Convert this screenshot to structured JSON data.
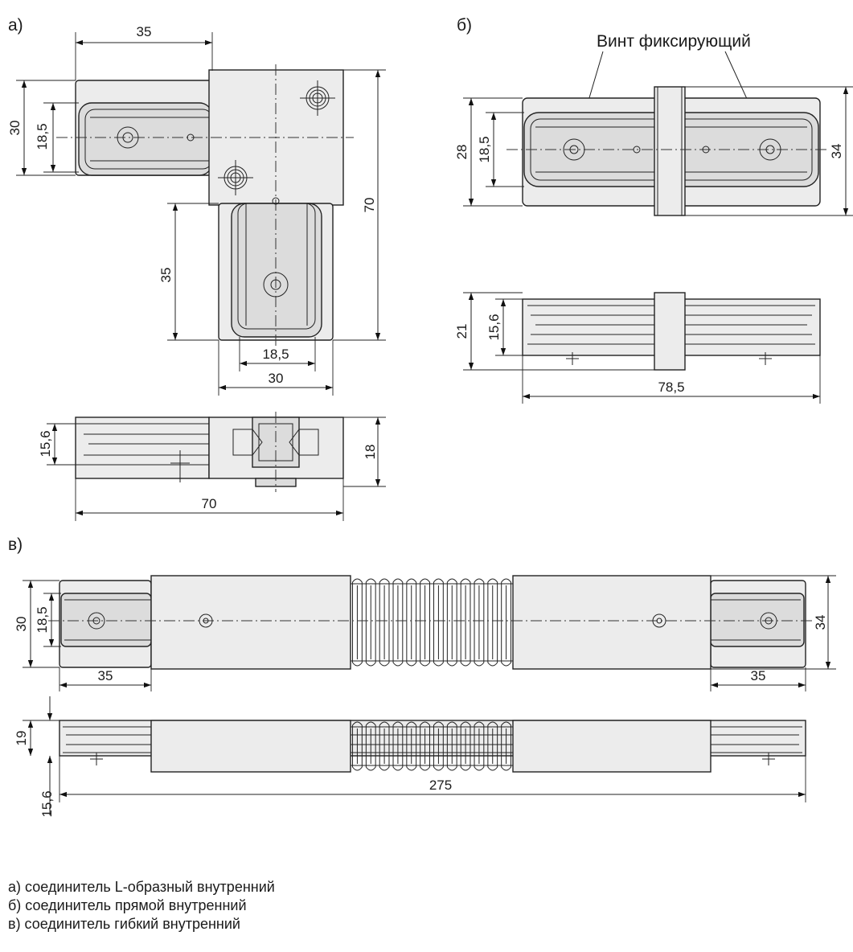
{
  "views": {
    "a": {
      "label": "а)",
      "dims": {
        "top_width": "35",
        "left_height": "30",
        "left_inner": "18,5",
        "right_height": "70",
        "lower_height": "35",
        "bottom_inner": "18,5",
        "bottom_width": "30",
        "side_left": "15,6",
        "side_right": "18",
        "side_length": "70"
      }
    },
    "b": {
      "label": "б)",
      "annotation": "Винт фиксирующий",
      "dims": {
        "height_outer": "28",
        "height_inner": "18,5",
        "height_right": "34",
        "side_outer": "21",
        "side_inner": "15,6",
        "length": "78,5"
      }
    },
    "c": {
      "label": "в)",
      "dims": {
        "height_outer": "30",
        "height_inner": "18,5",
        "height_right": "34",
        "end_left": "35",
        "end_right": "35",
        "side_height": "19",
        "side_inner": "15,6",
        "length": "275"
      }
    }
  },
  "legend": [
    "а) соединитель L-образный внутренний",
    "б) соединитель прямой внутренний",
    "в) соединитель гибкий внутренний"
  ]
}
